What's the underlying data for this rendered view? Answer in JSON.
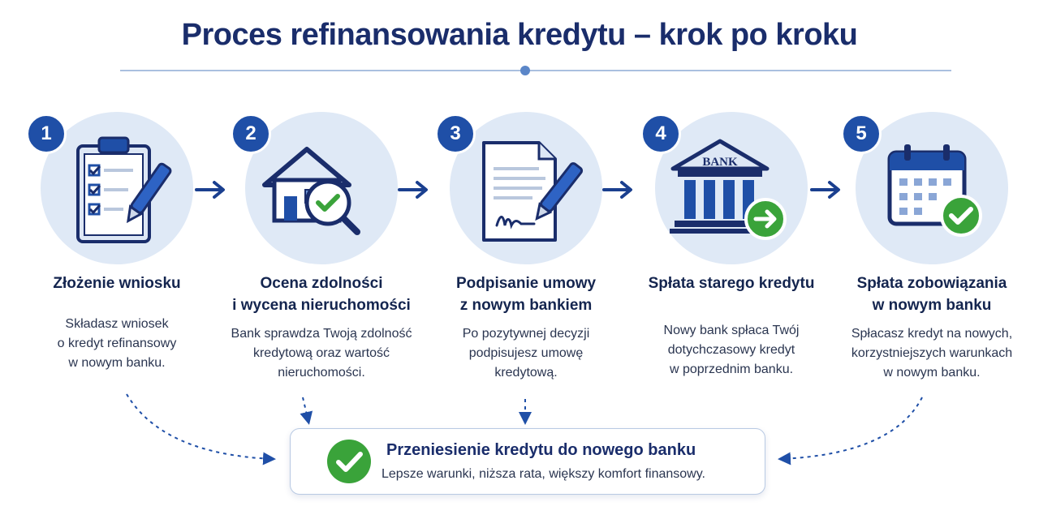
{
  "title": "Proces refinansowania kredytu – krok po kroku",
  "steps": [
    {
      "number": "1",
      "icon": "clipboard-checklist-pen-icon",
      "title_lines": [
        "Złożenie wniosku"
      ],
      "desc_lines": [
        "Składasz wniosek",
        "o kredyt refinansowy",
        "w nowym banku."
      ]
    },
    {
      "number": "2",
      "icon": "house-magnifier-check-icon",
      "title_lines": [
        "Ocena zdolności",
        "i wycena nieruchomości"
      ],
      "desc_lines": [
        "Bank sprawdza Twoją zdolność",
        "kredytową oraz wartość",
        "nieruchomości."
      ]
    },
    {
      "number": "3",
      "icon": "contract-signature-pen-icon",
      "title_lines": [
        "Podpisanie umowy",
        "z nowym bankiem"
      ],
      "desc_lines": [
        "Po pozytywnej decyzji",
        "podpisujesz umowę",
        "kredytową."
      ]
    },
    {
      "number": "4",
      "icon": "bank-arrow-icon",
      "bank_label": "BANK",
      "title_lines": [
        "Spłata starego kredytu"
      ],
      "desc_lines": [
        "Nowy bank spłaca Twój",
        "dotychczasowy kredyt",
        "w poprzednim banku."
      ]
    },
    {
      "number": "5",
      "icon": "calendar-check-icon",
      "title_lines": [
        "Spłata zobowiązania",
        "w nowym banku"
      ],
      "desc_lines": [
        "Spłacasz kredyt na nowych,",
        "korzystniejszych warunkach",
        "w nowym banku."
      ]
    }
  ],
  "result": {
    "title": "Przeniesienie kredytu do nowego banku",
    "subtitle": "Lepsze warunki, niższa rata, większy komfort finansowy."
  },
  "colors": {
    "primary": "#1f4fa7",
    "dark": "#1a2d6b",
    "circle_bg": "#dfe9f6",
    "green": "#3aa33a"
  }
}
